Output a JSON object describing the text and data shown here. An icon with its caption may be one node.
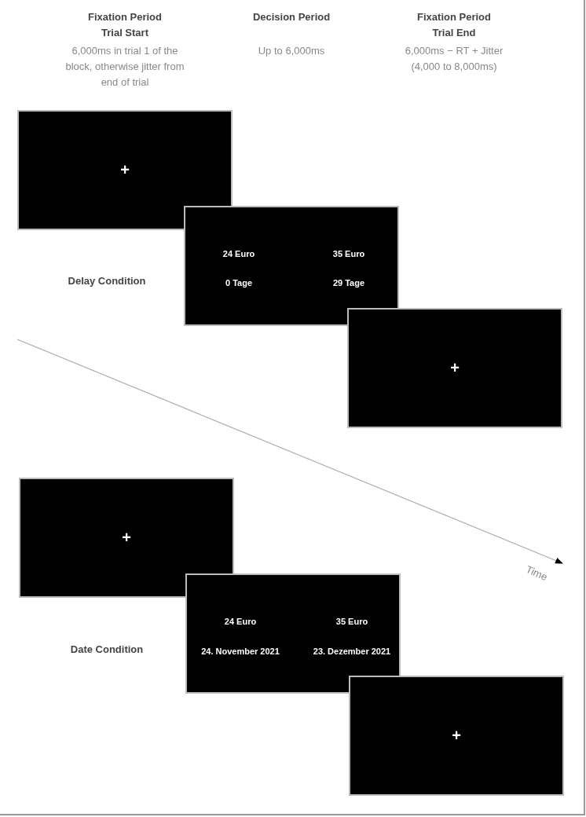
{
  "diagram": {
    "nodes": [
      {
        "text": [
          "+"
        ]
      },
      {
        "text": [
          "24 Euro",
          "35 Euro",
          "0 Tage",
          "29 Tage"
        ]
      },
      {
        "text": [
          "+"
        ]
      },
      {
        "text": [
          "+"
        ]
      },
      {
        "text": [
          "24 Euro",
          "35 Euro",
          "24. November 2021",
          "23. Dezember 2021"
        ]
      },
      {
        "text": [
          "+"
        ]
      }
    ],
    "labels": [
      "Fixation Period Trial Start",
      "Decision Period",
      "Fixation Period Trial End",
      "6,000ms in trial 1 of the block, otherwise jitter from end of trial",
      "Up to 6,000ms",
      "6,000ms − RT + Jitter (4,000 to 8,000ms)",
      "Delay Condition",
      "Time",
      "Date Condition"
    ]
  }
}
